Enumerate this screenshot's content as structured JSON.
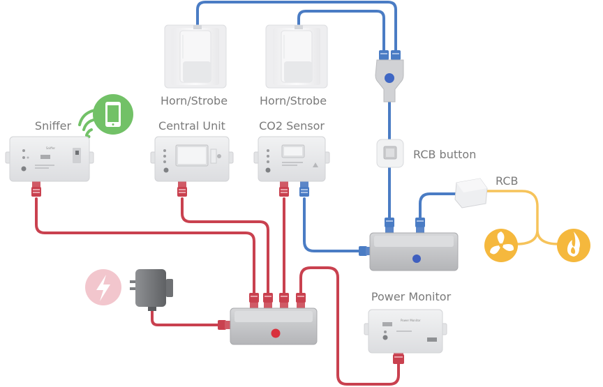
{
  "labels": {
    "horn1": "Horn/Strobe",
    "horn2": "Horn/Strobe",
    "sniffer": "Sniffer",
    "central_unit": "Central Unit",
    "co2_sensor": "CO2 Sensor",
    "rcb_button": "RCB button",
    "rcb": "RCB",
    "power_monitor": "Power Monitor"
  },
  "device_text": {
    "sniffer": "Sniffer",
    "power_monitor": "Power Monitor"
  },
  "colors": {
    "red_cable": "#c9414f",
    "blue_cable": "#4a7cc4",
    "yellow_cable": "#f6c35a",
    "phone_badge": "#72c167",
    "power_badge": "#f2c6cd",
    "fan_fire": "#f5b83d",
    "device_body": "#e6e7e9",
    "hub_body": "#c9cacc"
  },
  "icons": [
    "phone-icon",
    "wifi-icon",
    "lightning-icon",
    "fan-icon",
    "flame-icon",
    "power-adapter-icon"
  ]
}
